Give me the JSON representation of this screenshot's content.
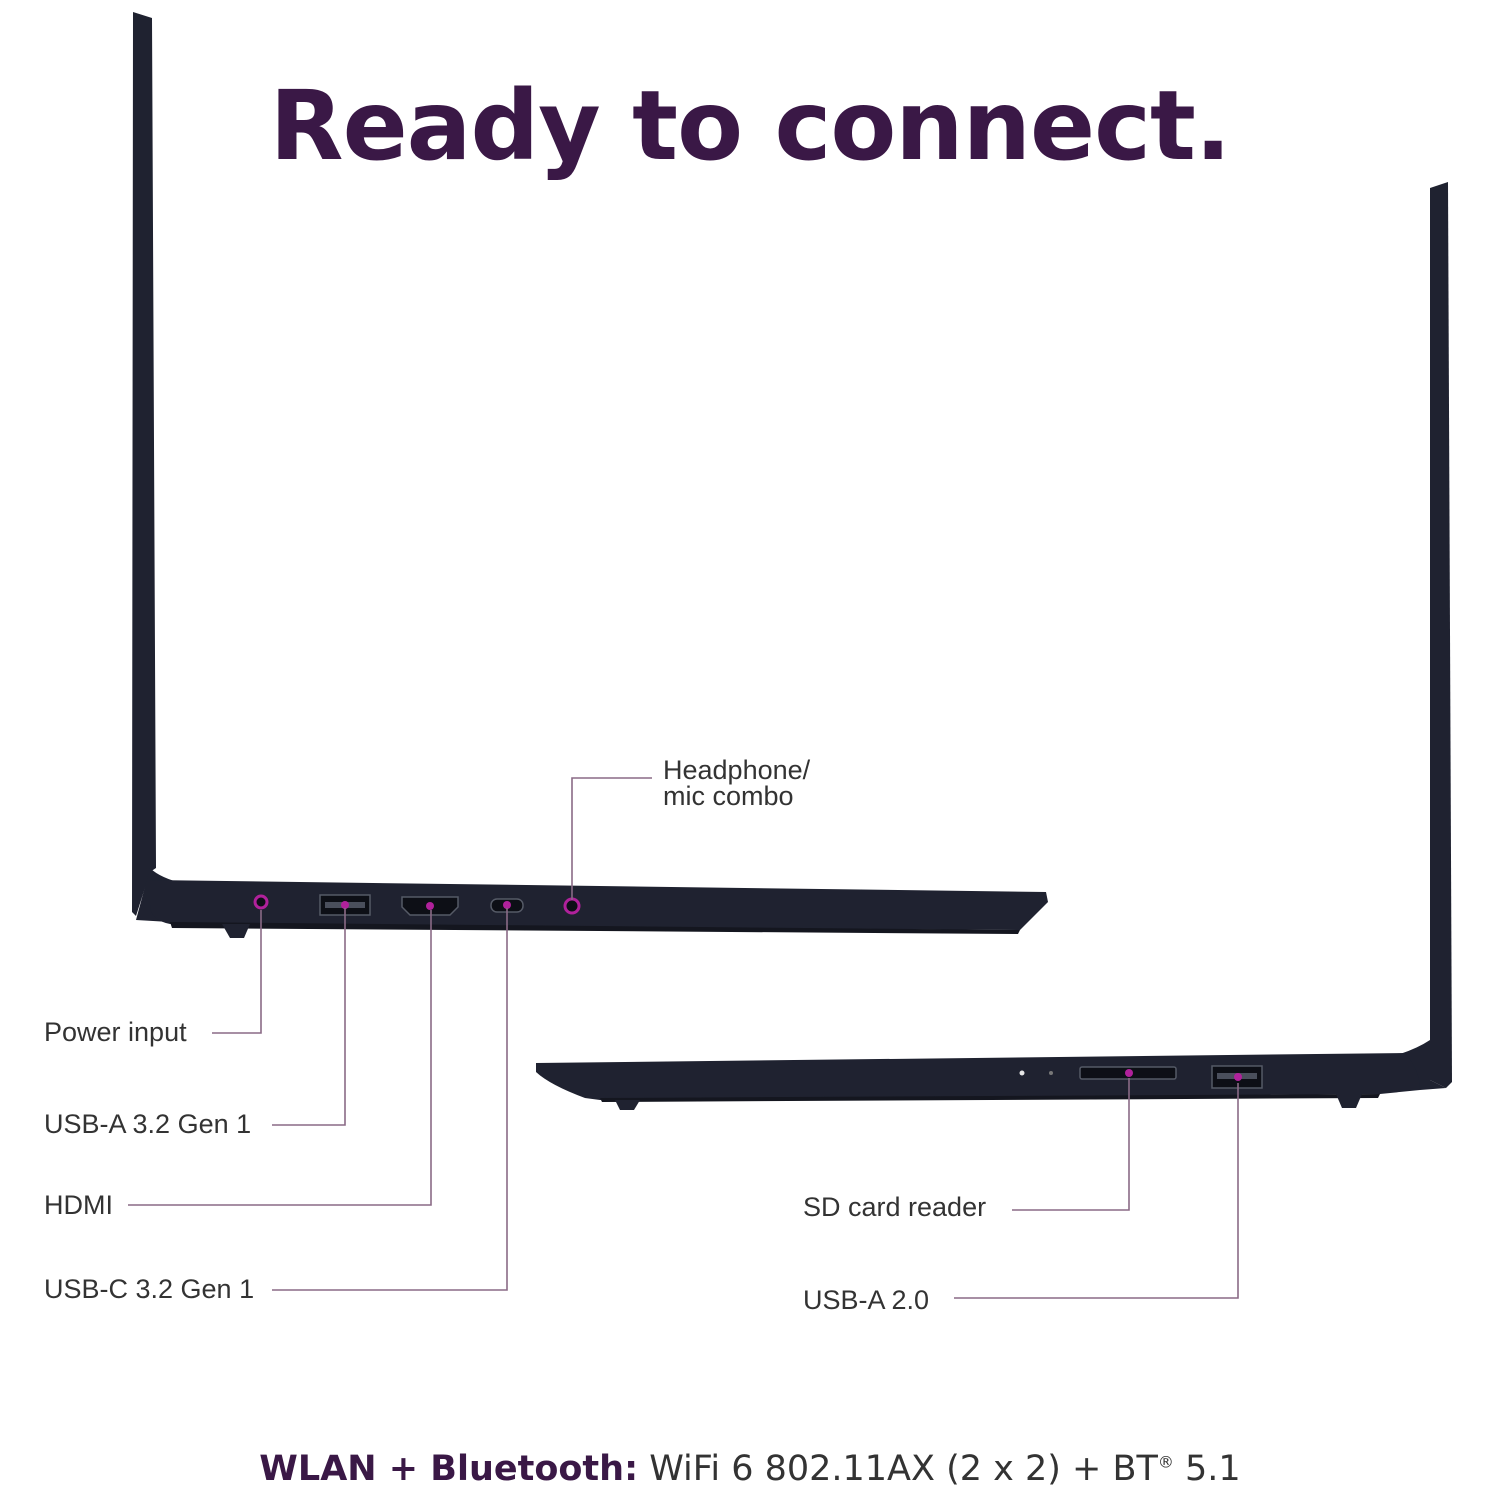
{
  "title": "Ready to connect.",
  "ports_left": {
    "headphone_line1": "Headphone/",
    "headphone_line2": "mic combo",
    "power": "Power input",
    "usba32": "USB-A 3.2 Gen 1",
    "hdmi": "HDMI",
    "usbc32": "USB-C 3.2 Gen 1"
  },
  "ports_right": {
    "sd": "SD card reader",
    "usba20": "USB-A 2.0"
  },
  "footer": {
    "key": "WLAN + Bluetooth:",
    "value": "WiFi 6 802.11AX (2 x 2) + BT",
    "reg": "®",
    "version": "5.1"
  },
  "colors": {
    "title": "#3a1846",
    "laptop": "#1f2230",
    "accent": "#b0219b",
    "leader": "#8a6a86"
  }
}
